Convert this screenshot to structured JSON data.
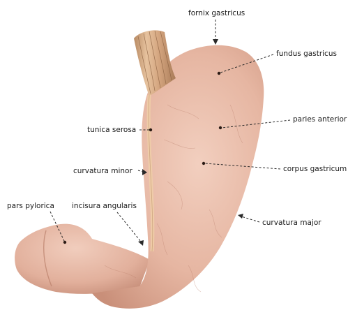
{
  "labels": {
    "fornix_gastricus": "fornix gastricus",
    "fundus_gastricus": "fundus gastricus",
    "paries_anterior": "paries anterior",
    "corpus_gastricum": "corpus gastricum",
    "curvatura_major": "curvatura major",
    "tunica_serosa": "tunica serosa",
    "curvatura_minor": "curvatura minor",
    "incisura_angularis": "incisura angularis",
    "pars_pylorica": "pars pylorica"
  },
  "colors": {
    "stomach_base": "#e7b9a7",
    "stomach_shadow": "#c98f79",
    "stomach_highlight": "#f3d2c3",
    "esophagus": "#d9ad86",
    "label_text": "#1a1a1a",
    "background": "#ffffff"
  }
}
